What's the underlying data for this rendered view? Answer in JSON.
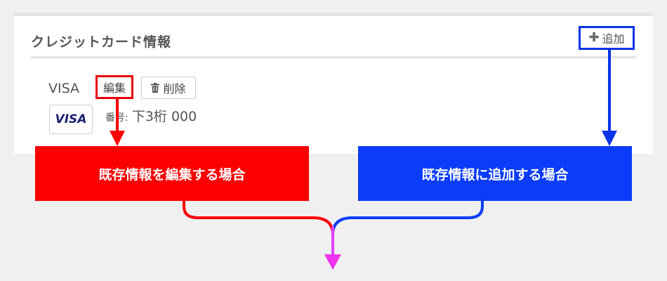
{
  "panel": {
    "title": "クレジットカード情報",
    "add_label": "追加",
    "add_icon": "plus-icon"
  },
  "card": {
    "brand": "VISA",
    "edit_label": "編集",
    "delete_label": "削除",
    "delete_icon": "trash-icon",
    "logo_text": "VISA",
    "number_label": "番号:",
    "number_value": "下3桁 000"
  },
  "callouts": {
    "edit": "既存情報を編集する場合",
    "add": "既存情報に追加する場合"
  },
  "colors": {
    "edit_highlight": "#e8000b",
    "add_highlight": "#0a33e8",
    "edit_callout": "#fa0000",
    "add_callout": "#0a3cfa",
    "merge_arrow": "#ee33ee"
  }
}
